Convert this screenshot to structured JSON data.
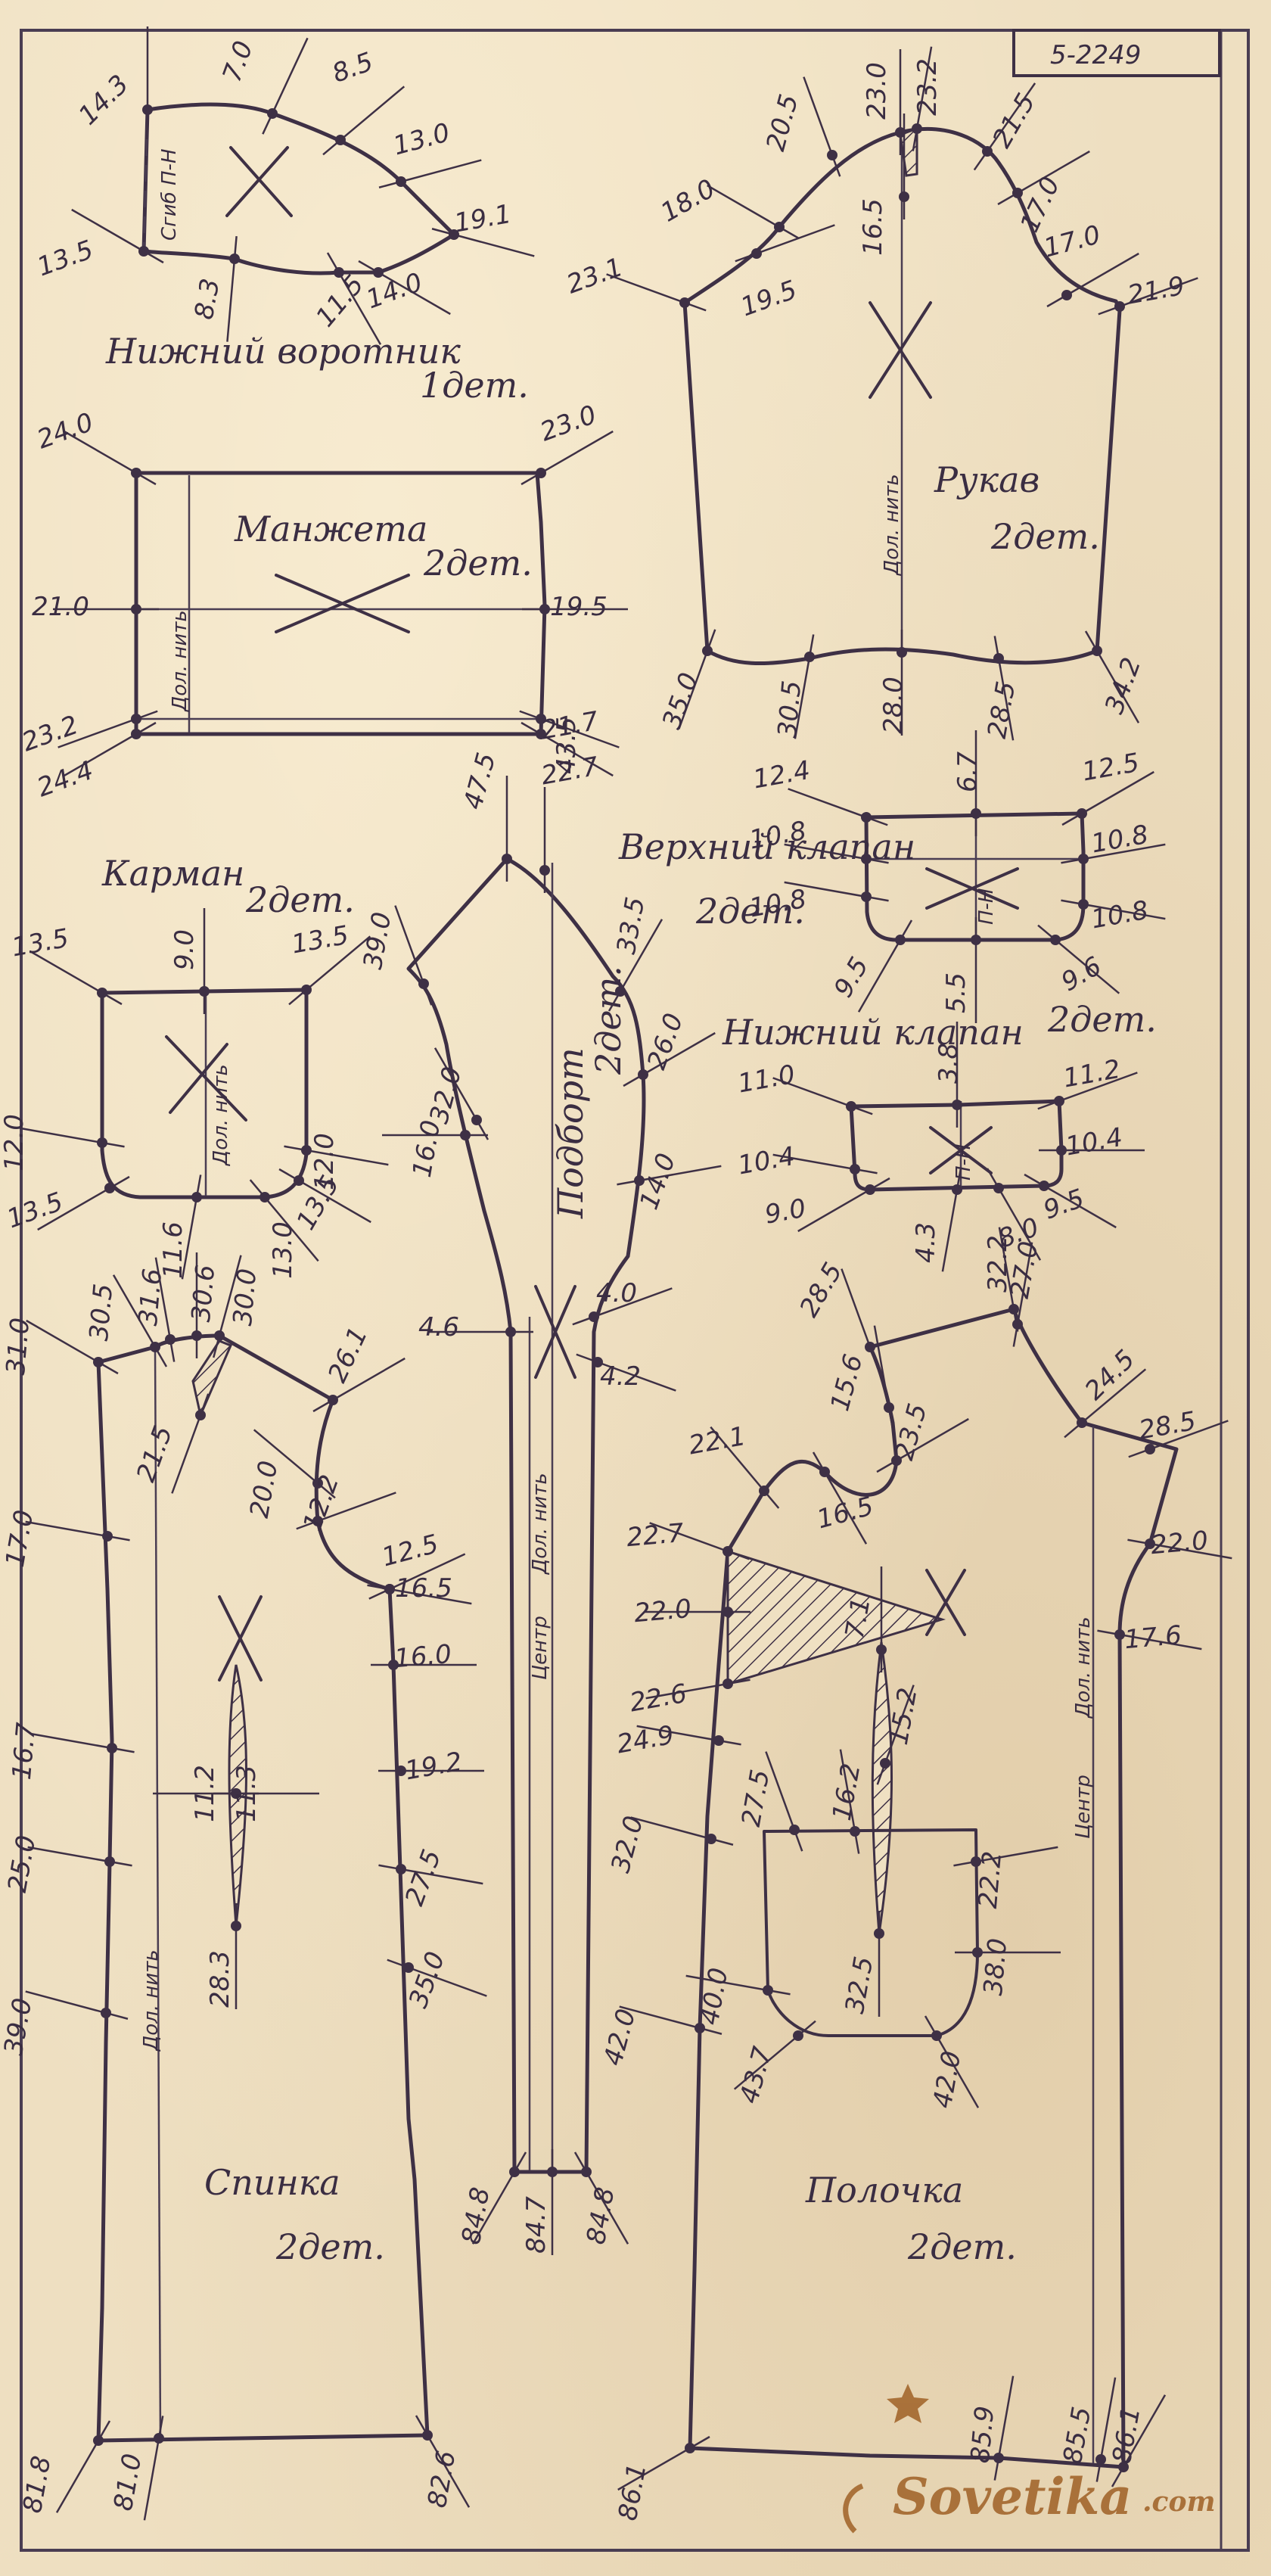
{
  "sheet": {
    "code": "5-2249",
    "watermark": {
      "brand": "Sovetika",
      "domain": ".com"
    }
  },
  "pieces": {
    "lower_collar": {
      "title": "Нижний воротник",
      "count": "1дет.",
      "fold": "Сгиб П-Н",
      "measures": [
        "14.3",
        "7.0",
        "8.5",
        "13.0",
        "19.1",
        "14.0",
        "11.5",
        "8.3",
        "13.5"
      ]
    },
    "sleeve": {
      "title": "Рукав",
      "count": "2дет.",
      "grain": "Дол. нить",
      "measures": [
        "23.0",
        "23.2",
        "20.5",
        "21.5",
        "18.0",
        "16.5",
        "17.0",
        "23.1",
        "19.5",
        "17.0",
        "21.9",
        "35.0",
        "30.5",
        "28.0",
        "28.5",
        "34.2"
      ]
    },
    "cuff": {
      "title": "Манжета",
      "count": "2дет.",
      "grain": "Дол. нить",
      "measures": [
        "24.0",
        "23.0",
        "21.0",
        "19.5",
        "23.2",
        "24.4",
        "21.7",
        "22.7"
      ]
    },
    "upper_flap": {
      "title": "Верхний клапан",
      "count": "2дет.",
      "mark": "П-Н",
      "measures": [
        "12.4",
        "6.7",
        "12.5",
        "10.8",
        "10.8",
        "10.8",
        "10.8",
        "9.5",
        "5.5",
        "9.6"
      ]
    },
    "lower_flap": {
      "title": "Нижний клапан",
      "count": "2дет.",
      "mark": "П-Н",
      "measures": [
        "3.8",
        "11.0",
        "11.2",
        "10.4",
        "10.4",
        "9.0",
        "9.5",
        "4.3",
        "8.0"
      ]
    },
    "pocket": {
      "title": "Карман",
      "count": "2дет.",
      "grain": "Дол. нить",
      "measures": [
        "13.5",
        "9.0",
        "13.5",
        "12.0",
        "12.0",
        "13.5",
        "11.6",
        "13.5",
        "13.0"
      ]
    },
    "facing": {
      "title": "Подборт",
      "count": "2дет.",
      "grain": "Дол. нить",
      "center": "Центр",
      "measures": [
        "39.0",
        "43.5",
        "47.5",
        "33.5",
        "32.0",
        "26.0",
        "16.0",
        "14.0",
        "4.6",
        "4.0",
        "4.2",
        "84.8",
        "84.7",
        "84.8"
      ]
    },
    "back": {
      "title": "Спинка",
      "count": "2дет.",
      "grain": "Дол. нить",
      "measures": [
        "31.0",
        "30.5",
        "31.6",
        "30.6",
        "30.0",
        "26.1",
        "21.5",
        "17.0",
        "20.0",
        "12.2",
        "12.5",
        "16.5",
        "16.0",
        "11.2",
        "11.3",
        "16.7",
        "19.2",
        "25.0",
        "27.5",
        "28.3",
        "35.0",
        "39.0",
        "81.8",
        "81.0",
        "82.6"
      ]
    },
    "front": {
      "title": "Полочка",
      "count": "2дет.",
      "grain": "Дол. нить",
      "center": "Центр",
      "measures": [
        "28.5",
        "32.2",
        "27.0",
        "24.5",
        "15.6",
        "23.5",
        "22.1",
        "16.5",
        "28.5",
        "22.7",
        "22.0",
        "22.0",
        "17.6",
        "7.1",
        "22.6",
        "24.9",
        "27.5",
        "16.2",
        "15.2",
        "22.2",
        "32.0",
        "42.0",
        "40.0",
        "32.5",
        "38.0",
        "43.7",
        "42.0",
        "85.9",
        "86.1",
        "85.5",
        "86.1"
      ]
    }
  }
}
